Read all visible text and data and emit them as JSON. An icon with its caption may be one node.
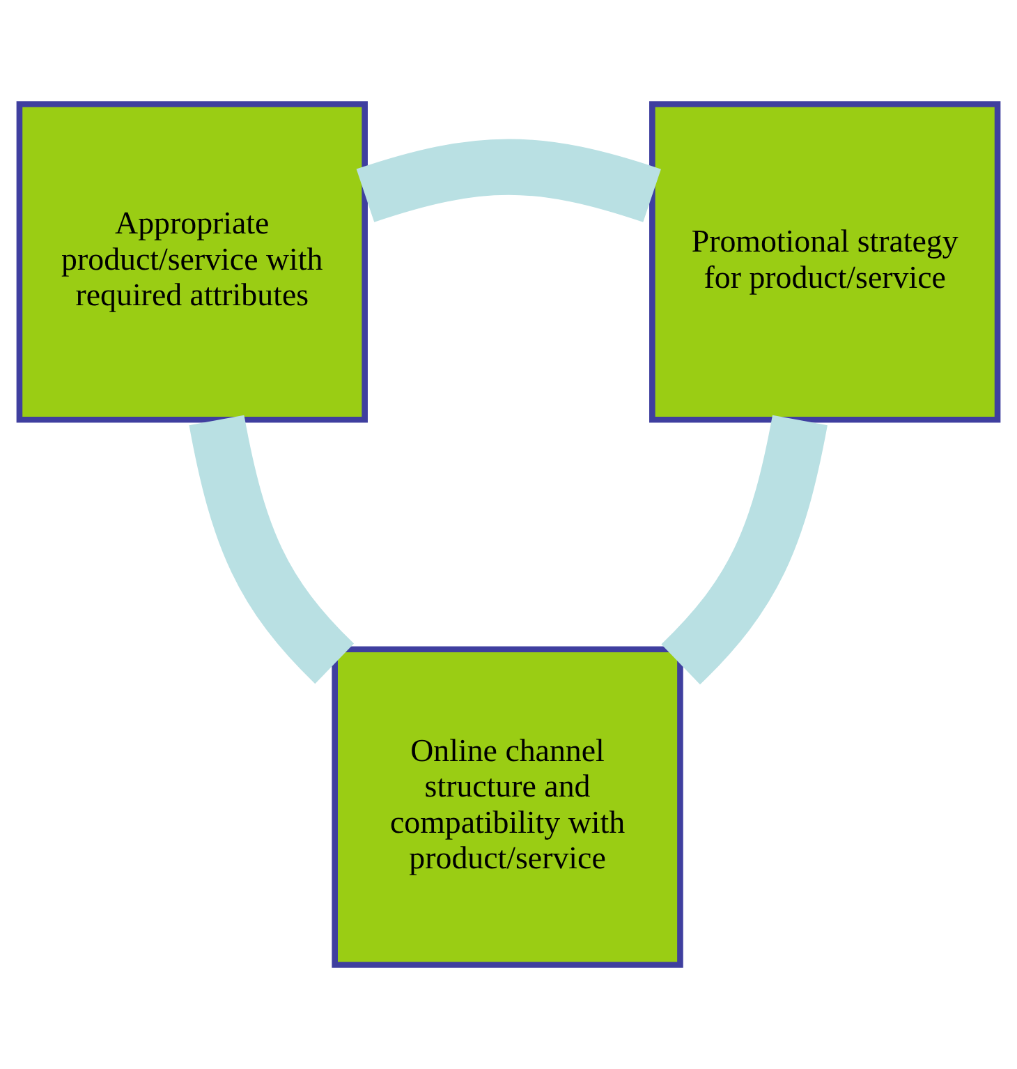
{
  "diagram": {
    "nodes": [
      {
        "text": [
          "Appropriate product/service with required attributes"
        ]
      },
      {
        "text": [
          "Promotional strategy for product/service"
        ]
      },
      {
        "text": [
          "Online channel structure and compatibility with product/service"
        ]
      }
    ],
    "edges": [
      {
        "from": 0,
        "to": 1,
        "arrow": "none"
      },
      {
        "from": 1,
        "to": 2,
        "arrow": "none"
      },
      {
        "from": 2,
        "to": 0,
        "arrow": "none"
      }
    ]
  }
}
